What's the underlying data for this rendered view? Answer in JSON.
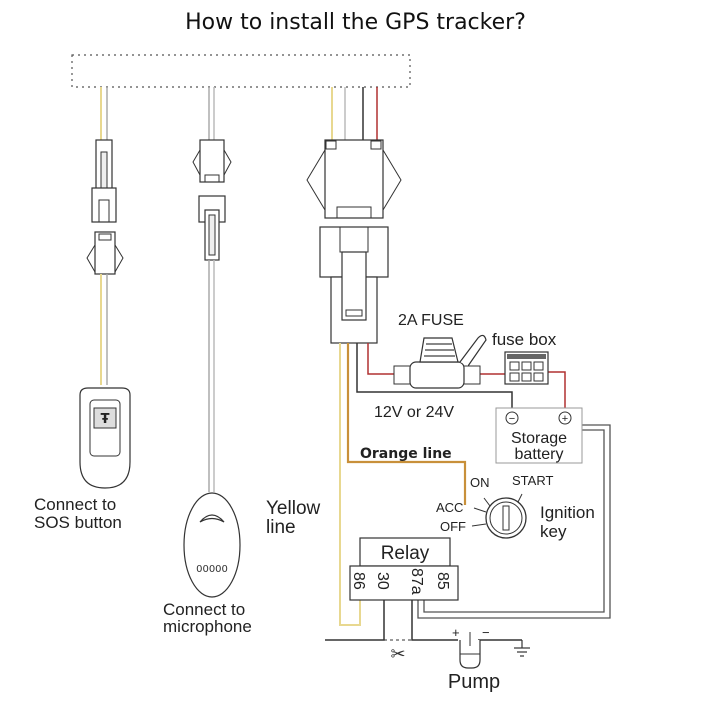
{
  "title": "How to install the GPS tracker?",
  "components": {
    "sos": {
      "label_line1": "Connect to",
      "label_line2": "SOS button"
    },
    "microphone": {
      "label_line1": "Connect to",
      "label_line2": "microphone"
    },
    "yellow_line": {
      "label_line1": "Yellow",
      "label_line2": "line"
    },
    "fuse": {
      "label": "2A FUSE"
    },
    "fuse_box": {
      "label": "fuse box"
    },
    "voltage": {
      "label": "12V or 24V"
    },
    "battery": {
      "label_line1": "Storage",
      "label_line2": "battery",
      "minus": "−",
      "plus": "+"
    },
    "orange_line": {
      "label": "Orange line"
    },
    "ignition": {
      "on": "ON",
      "start": "START",
      "acc": "ACC",
      "off": "OFF",
      "label_line1": "Ignition",
      "label_line2": "key"
    },
    "relay": {
      "label": "Relay",
      "pins": [
        "86",
        "30",
        "87a",
        "85"
      ]
    },
    "pump": {
      "label": "Pump",
      "plus": "+",
      "minus": "−"
    }
  },
  "colors": {
    "yellow_wire": "#e8d890",
    "orange_wire": "#c8903a",
    "red_wire": "#b03030",
    "black_wire": "#333333",
    "grey_wire": "#aaaaaa"
  }
}
